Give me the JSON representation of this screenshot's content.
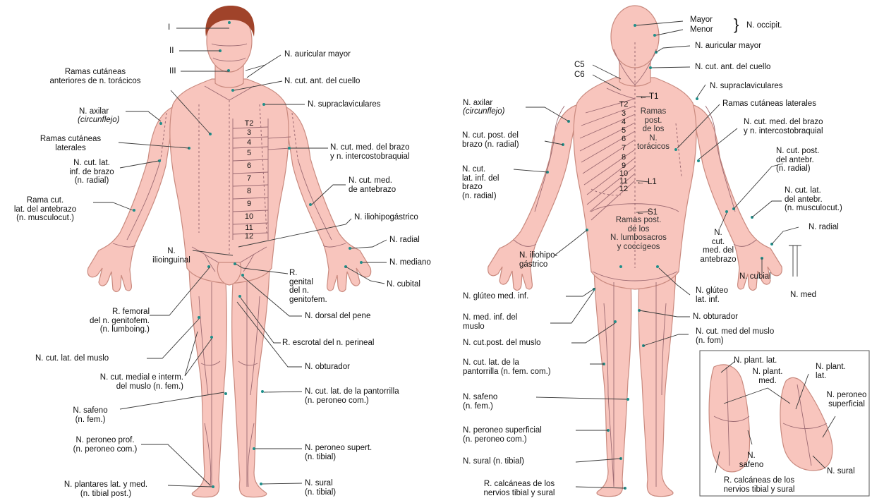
{
  "colors": {
    "skin": "#f8c5bd",
    "skin_edge": "#c98a7f",
    "hair": "#a0432a",
    "nerve_line": "#9c6a72",
    "leader": "#3a3a3a",
    "dot": "#1f8f8a"
  },
  "front": {
    "face_zones": [
      "I",
      "II",
      "III"
    ],
    "dermatomes": [
      "T2",
      "3",
      "4",
      "5",
      "6",
      "7",
      "8",
      "9",
      "10",
      "11",
      "12"
    ],
    "labels": {
      "auricular_mayor": "N. auricular mayor",
      "cut_ant_cuello": "N. cut. ant. del cuello",
      "supraclaviculares": "N. supraclaviculares",
      "ramas_cut_ant": "Ramas cutáneas\nanteriores de n. torácicos",
      "axilar": "N. axilar",
      "axilar_sub": "(circunflejo)",
      "ramas_cut_lat": "Ramas cutáneas\nlaterales",
      "cut_lat_inf_brazo": "N. cut. lat.\ninf. de brazo\n(n. radial)",
      "rama_cut_lat_antebrazo": "Rama cut.\nlat. del antebrazo\n(n. musculocut.)",
      "cut_med_brazo": "N. cut. med. del brazo\ny n. intercostobraquial",
      "cut_med_antebrazo": "N. cut. med.\nde antebrazo",
      "iliohipogastrico": "N. iliohipogástrico",
      "radial": "N. radial",
      "mediano": "N. mediano",
      "cubital": "N. cubital",
      "ilioinguinal": "N.\nilioinguinal",
      "r_genital": "R.\ngenital\ndel n.\ngenitofem.",
      "r_femoral": "R. femoral\ndel n. genitofem.\n(n. lumboing.)",
      "dorsal_pene": "N. dorsal del pene",
      "r_escrotal": "R. escrotal del n. perineal",
      "cut_lat_muslo": "N. cut. lat. del muslo",
      "obturador": "N. obturador",
      "cut_medial_interm": "N. cut. medial e interm.\ndel muslo (n. fem.)",
      "safeno": "N. safeno\n(n. fem.)",
      "cut_lat_pantorrilla": "N. cut. lat. de la pantorrilla\n(n. peroneo com.)",
      "peroneo_prof": "N. peroneo prof.\n(n. peroneo com.)",
      "peroneo_supert": "N. peroneo supert.\n(n. tibial)",
      "plantares": "N. plantares lat. y med.\n(n. tibial post.)",
      "sural": "N. sural\n(n. tibial)"
    }
  },
  "back": {
    "cervical": [
      "C5",
      "C6"
    ],
    "markers": {
      "t1": "T1",
      "l1": "L1",
      "s1": "S1"
    },
    "dermatomes": [
      "T2",
      "3",
      "4",
      "5",
      "6",
      "7",
      "8",
      "9",
      "10",
      "11",
      "12"
    ],
    "labels": {
      "mayor": "Mayor",
      "menor": "Menor",
      "occipit": "N. occipit.",
      "auricular_mayor": "N. auricular mayor",
      "cut_ant_cuello": "N. cut. ant. del cuello",
      "supraclaviculares": "N. supraclaviculares",
      "ramas_post_toracicos": "Ramas\npost.\nde los\nN.\ntorácicos",
      "ramas_cut_lat": "Ramas cutáneas laterales",
      "axilar": "N. axilar",
      "axilar_sub": "(circunflejo)",
      "cut_post_brazo": "N. cut. post. del\nbrazo (n. radial)",
      "cut_lat_inf_brazo": "N. cut.\nlat. inf. del\nbrazo\n(n. radial)",
      "cut_med_brazo": "N. cut. med. del brazo\ny n. intercostobraquial",
      "cut_post_antebr": "N. cut. post.\ndel antebr.\n(n. radial)",
      "cut_lat_antebr": "N. cut. lat.\ndel antebr.\n(n. musculocut.)",
      "ramas_post_lumbo": "Ramas post.\nde los\nN. lumbosacros\ny coccígeos",
      "iliohipogastrico": "N. iliohipo-\ngástrico",
      "radial": "N. radial",
      "cut_med_antebrazo": "N.\ncut.\nmed. del\nantebrazo",
      "cubial": "N. cubial",
      "med": "N. med",
      "gluteo_med_inf": "N. glúteo med. inf.",
      "gluteo_lat_inf": "N. glúteo\nlat. inf.",
      "med_inf_muslo": "N. med. inf. del\nmuslo",
      "obturador": "N. obturador",
      "cut_post_muslo": "N. cut.post. del muslo",
      "cut_med_muslo": "N. cut. med del muslo\n(n. fom)",
      "cut_lat_pantorrilla": "N. cut. lat. de la\npantorrilla (n. fem. com.)",
      "safeno": "N. safeno\n(n. fem.)",
      "peroneo_superficial": "N. peroneo superficial\n(n. peroneo com.)",
      "sural": "N. sural (n. tibial)",
      "r_calcaneas": "R. calcáneas de los\nnervios tibial y sural"
    }
  },
  "foot_inset": {
    "labels": {
      "plant_lat_1": "N. plant. lat.",
      "plant_med": "N. plant.\nmed.",
      "plant_lat_2": "N. plant.\nlat.",
      "peroneo_superficial": "N. peroneo\nsuperficial",
      "safeno": "N.\nsafeno",
      "sural": "N. sural",
      "r_calcaneas": "R. calcáneas de los\nnervios tibial y sural"
    }
  }
}
